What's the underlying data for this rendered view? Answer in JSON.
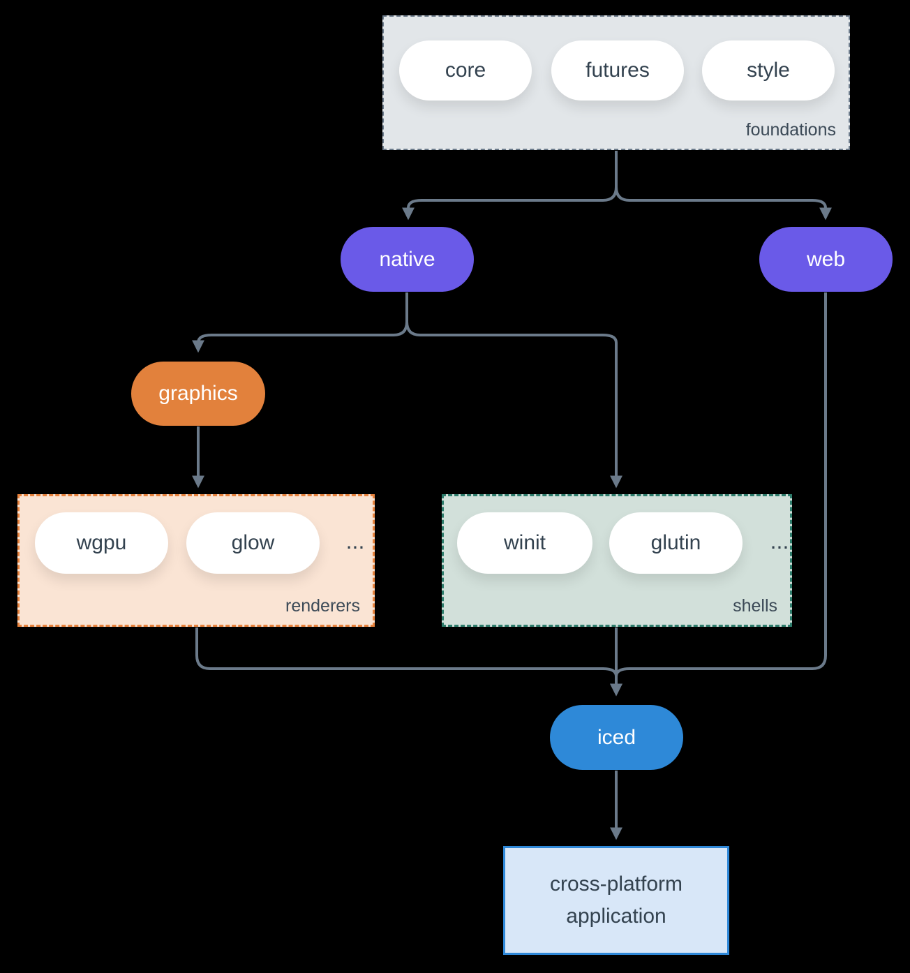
{
  "colors": {
    "background": "#000000",
    "connector": "#6b7a8a",
    "purple": "#6a5ae8",
    "orange": "#e2813c",
    "blue": "#2e89d8",
    "foundations_fill": "#e2e6e9",
    "foundations_border": "#6b7a8a",
    "renderers_fill": "#fae4d4",
    "renderers_border": "#e8823c",
    "shells_fill": "#d2e0da",
    "shells_border": "#2e7d6c",
    "app_fill": "#d8e7f8",
    "app_border": "#2f88d8",
    "dark_text": "#33424f",
    "light_text": "#ffffff"
  },
  "foundations": {
    "label": "foundations",
    "items": [
      "core",
      "futures",
      "style"
    ]
  },
  "nodes": {
    "native": "native",
    "web": "web",
    "graphics": "graphics",
    "iced": "iced"
  },
  "renderers": {
    "label": "renderers",
    "items": [
      "wgpu",
      "glow"
    ],
    "ellipsis": "..."
  },
  "shells": {
    "label": "shells",
    "items": [
      "winit",
      "glutin"
    ],
    "ellipsis": "..."
  },
  "application": {
    "line1": "cross-platform",
    "line2": "application"
  }
}
